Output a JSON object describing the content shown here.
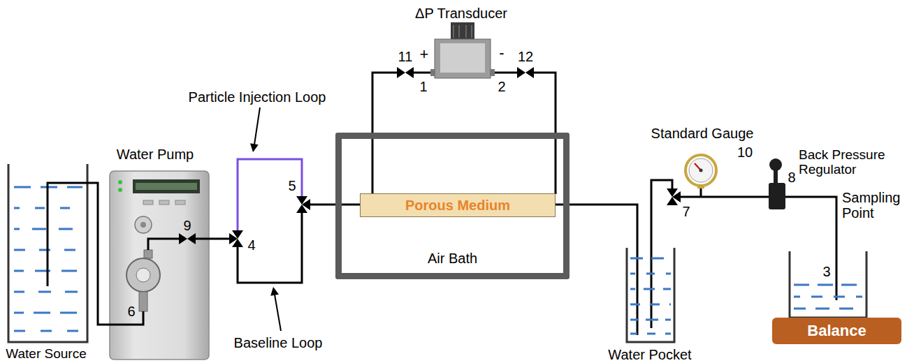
{
  "diagram": {
    "nodes": [
      {
        "text": [
          "Air Bath"
        ]
      },
      {
        "text": [
          "Porous Medium"
        ],
        "in": 0
      },
      {
        "text": [
          "Balance"
        ]
      }
    ],
    "labels": [
      "ΔP Transducer",
      "+",
      "-",
      "1",
      "2",
      "11",
      "12",
      "Particle Injection Loop",
      "Water Pump",
      "5",
      "9",
      "4",
      "6",
      "Baseline Loop",
      "Water Source",
      "Standard Gauge",
      "10",
      "Back Pressure Regulator",
      "8",
      "Sampling Point",
      "7",
      "3",
      "Water Pocket"
    ]
  }
}
